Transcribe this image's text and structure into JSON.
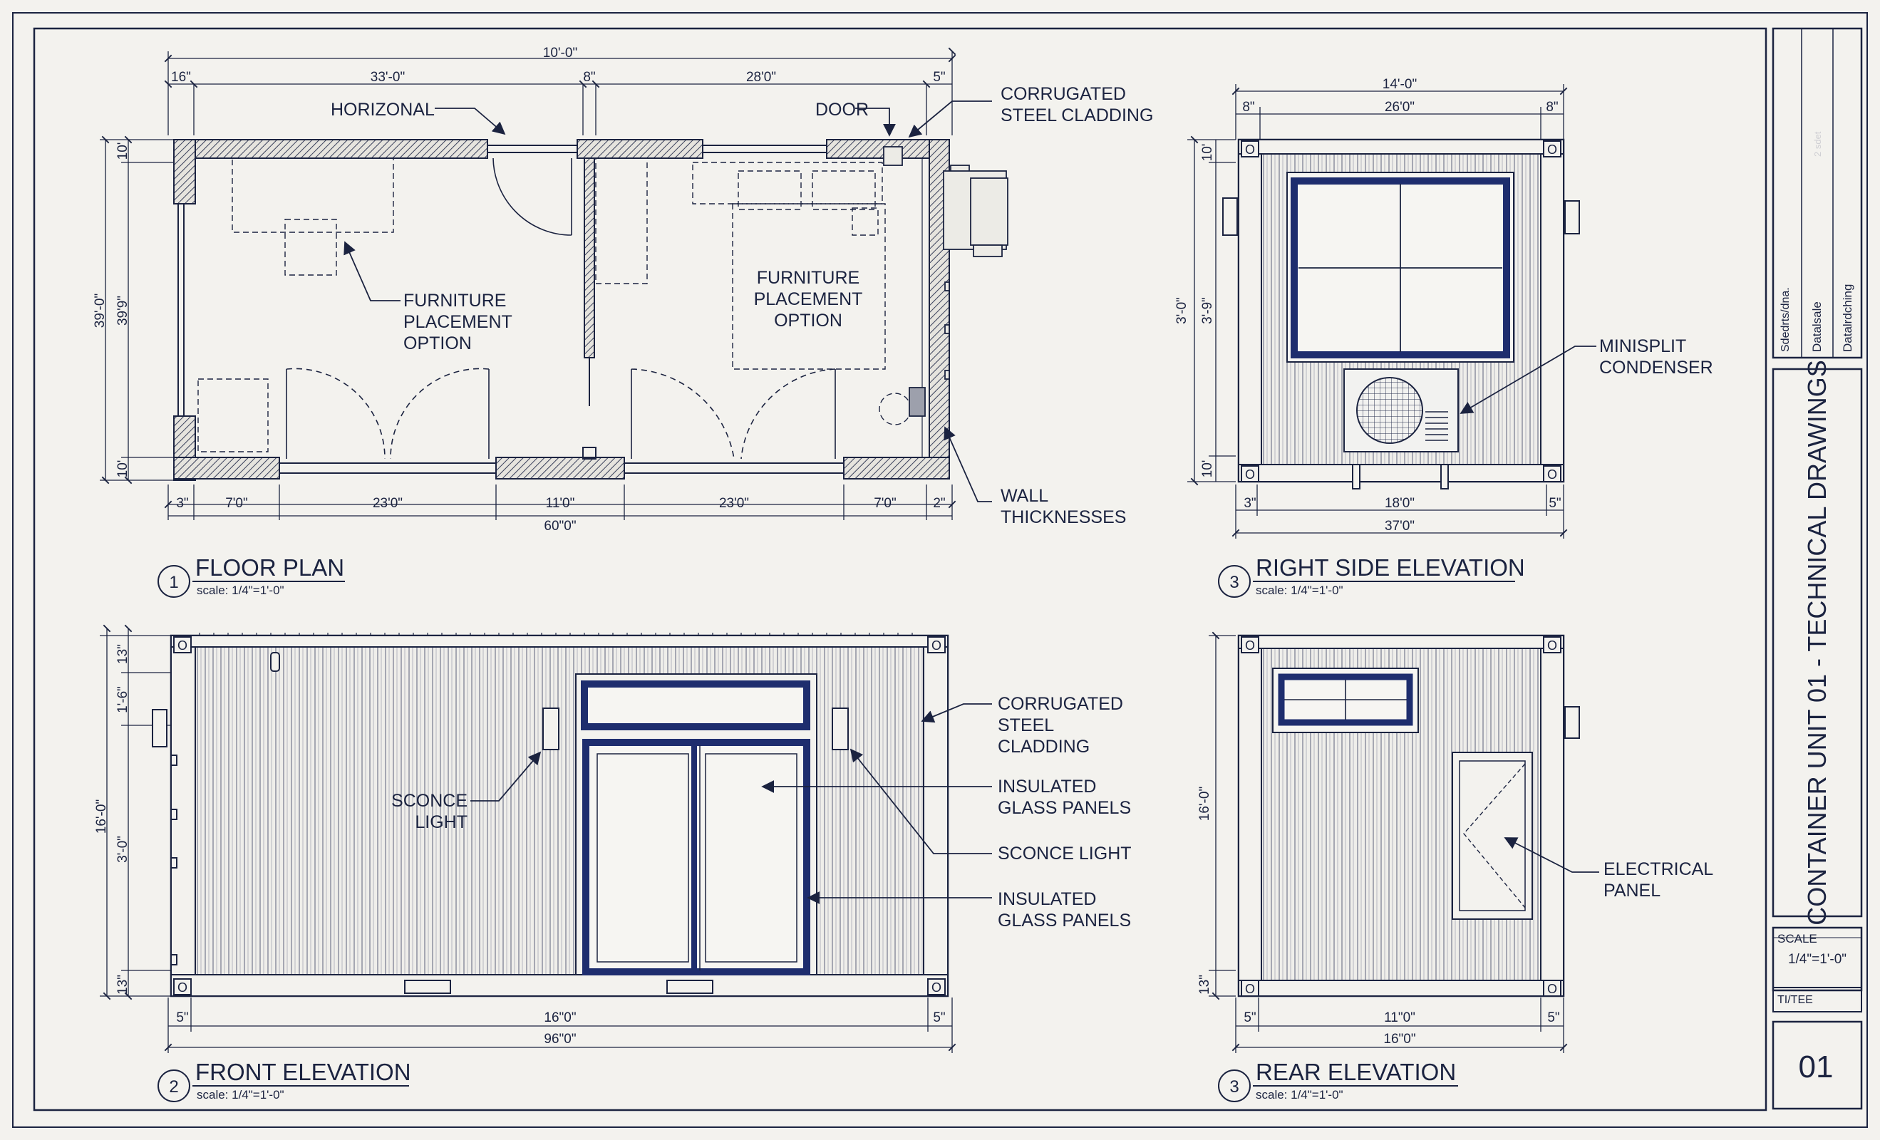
{
  "title_block": {
    "sheet_title": "CONTAINER UNIT 01 - TECHNICAL DRAWINGS",
    "small_labels": [
      "Sdedrts/dna.",
      "Datalsale",
      "Datalrdching"
    ],
    "faint_label": "2 sdet",
    "scale_label": "SCALE",
    "scale_value": "1/4\"=1'-0\"",
    "title_label": "TI/TEE",
    "sheet_number": "01"
  },
  "floor_plan": {
    "number": "1",
    "title": "FLOOR PLAN",
    "scale": "scale: 1/4\"=1'-0\"",
    "top_dims": {
      "overall": "10'-0\"",
      "a": "16\"",
      "b": "33'-0\"",
      "c": "8\"",
      "d": "28'0\"",
      "e": "5\""
    },
    "bottom_dims": {
      "a": "3\"",
      "b": "7'0\"",
      "c": "23'0\"",
      "d": "11'0\"",
      "e": "23'0\"",
      "f": "7'0\"",
      "g": "2\"",
      "overall": "60\"0\""
    },
    "left_dims": {
      "outer": "39'-0\"",
      "inner": "39'9\"",
      "top": "10'",
      "bottom": "10'"
    },
    "labels": {
      "horizonal": "HORIZONAL",
      "door": "DOOR",
      "cladding": [
        "CORRUGATED",
        "STEEL CLADDING"
      ],
      "furniture_left": [
        "FURNITURE",
        "PLACEMENT",
        "OPTION"
      ],
      "furniture_right": [
        "FURNITURE",
        "PLACEMENT",
        "OPTION"
      ],
      "wall": [
        "WALL",
        "THICKNESSES"
      ]
    }
  },
  "right_elevation": {
    "number": "3",
    "title": "RIGHT SIDE ELEVATION",
    "scale": "scale: 1/4\"=1'-0\"",
    "top_dims": {
      "overall": "14'-0\"",
      "a": "8\"",
      "b": "26'0\"",
      "c": "8\""
    },
    "bottom_dims": {
      "a": "3\"",
      "b": "18'0\"",
      "c": "5\"",
      "overall": "37'0\""
    },
    "left_dims": {
      "outer": "3'-0\"",
      "inner": "3'-9\"",
      "top": "10'",
      "bottom": "10'"
    },
    "labels": {
      "condenser": [
        "MINISPLIT",
        "CONDENSER"
      ]
    },
    "corner_mark": "O"
  },
  "front_elevation": {
    "number": "2",
    "title": "FRONT ELEVATION",
    "scale": "scale: 1/4\"=1'-0\"",
    "left_dims": {
      "outer": "16'-0\"",
      "a": "13\"",
      "b": "1'-6\"",
      "c": "3'-0\"",
      "d": "13\""
    },
    "bottom_dims": {
      "a": "5\"",
      "b": "16\"0\"",
      "c": "5\"",
      "overall": "96\"0\""
    },
    "labels": {
      "sconce_left": [
        "SCONCE",
        "LIGHT"
      ],
      "cladding": [
        "CORRUGATED",
        "STEEL",
        "CLADDING"
      ],
      "glass_1": [
        "INSULATED",
        "GLASS PANELS"
      ],
      "sconce_right": "SCONCE LIGHT",
      "glass_2": [
        "INSULATED",
        "GLASS PANELS"
      ]
    }
  },
  "rear_elevation": {
    "number": "3",
    "title": "REAR ELEVATION",
    "scale": "scale: 1/4\"=1'-0\"",
    "left_dims": {
      "outer": "16'-0\"",
      "bottom": "13\""
    },
    "bottom_dims": {
      "a": "5\"",
      "b": "11\"0\"",
      "c": "5\"",
      "overall": "16\"0\""
    },
    "labels": {
      "panel": [
        "ELECTRICAL",
        "PANEL"
      ]
    }
  },
  "colors": {
    "ink": "#1b2340",
    "window_frame": "#1e2d6e",
    "paper": "#f3f2ee",
    "hatch": "#39405a"
  }
}
